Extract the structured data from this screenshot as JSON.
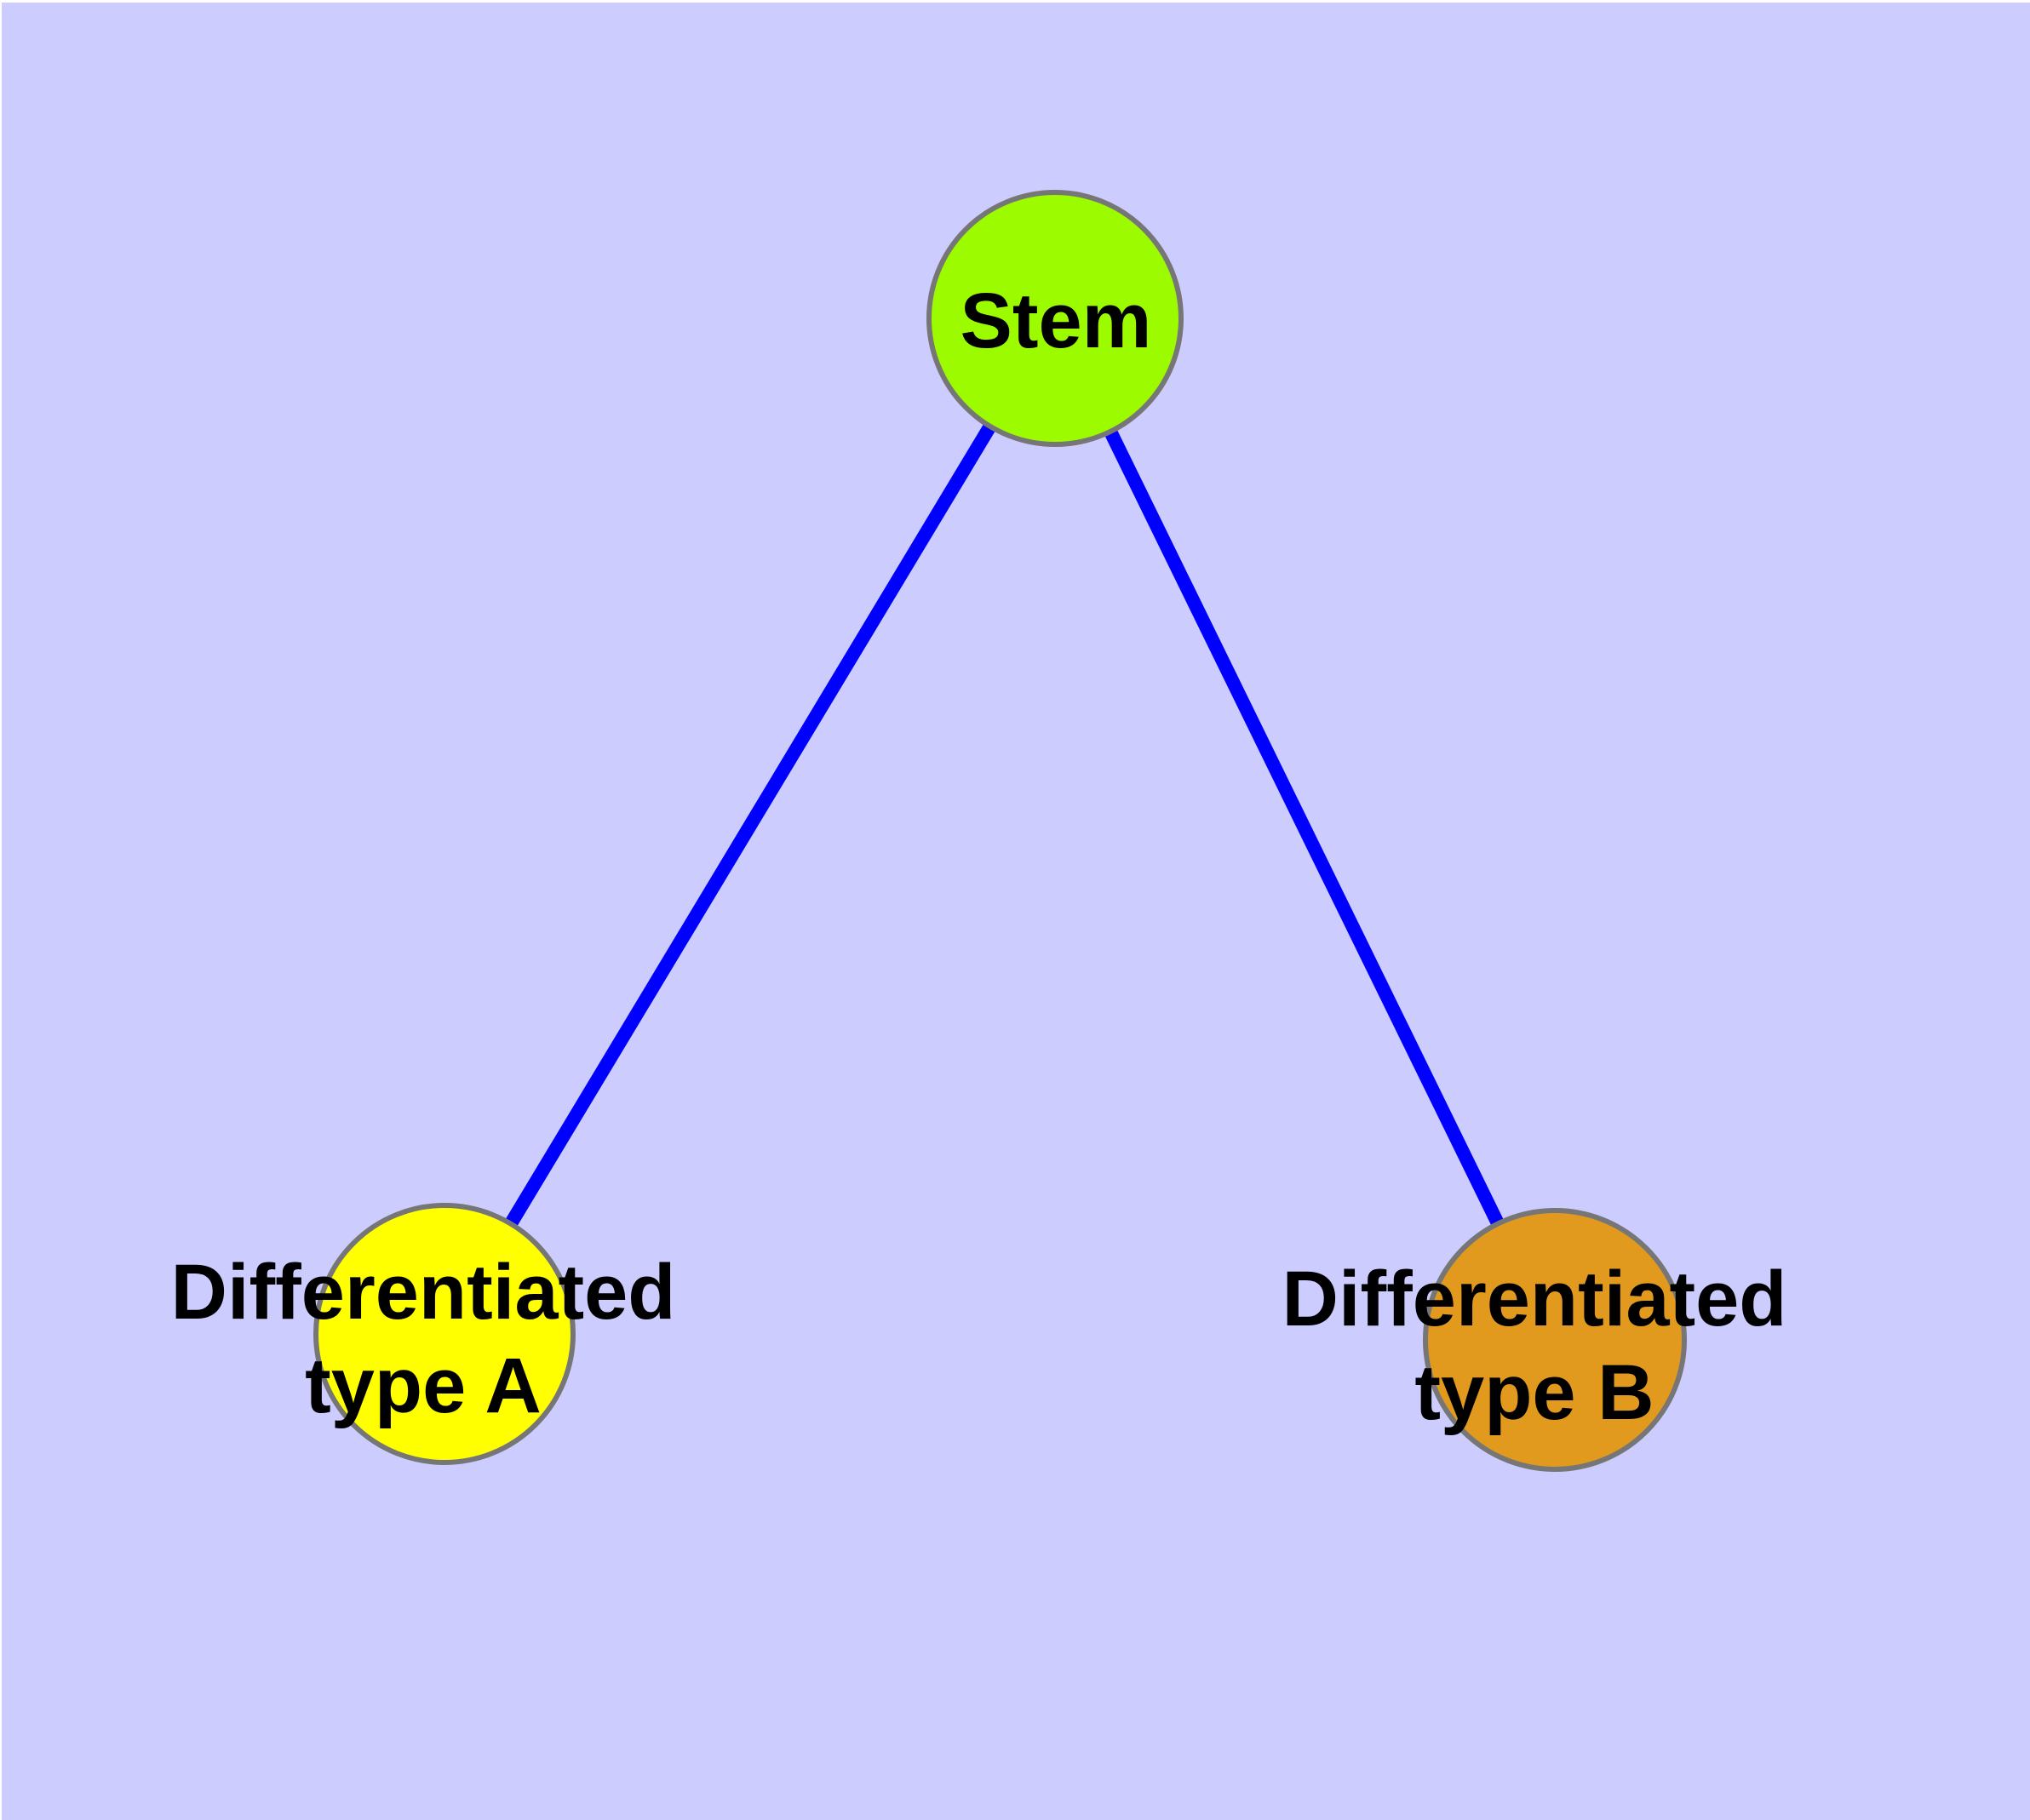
{
  "diagram": {
    "type": "node-link-graph",
    "background_color": "#CCCCFF",
    "edge_color": "#0000FF",
    "node_border_color": "#767676",
    "label_color": "#000000",
    "nodes": {
      "stem": {
        "label": "Stem",
        "color": "#9DFB00"
      },
      "diff_a": {
        "label": "Differentiated type A",
        "line1": "Differentiated",
        "line2": "type A",
        "color": "#FFFF00"
      },
      "diff_b": {
        "label": "Differentiated type B",
        "line1": "Differentiated",
        "line2": "type B",
        "color": "#E29A1E"
      }
    },
    "edges": [
      {
        "from": "Stem",
        "to": "Differentiated type A"
      },
      {
        "from": "Stem",
        "to": "Differentiated type B"
      }
    ]
  }
}
